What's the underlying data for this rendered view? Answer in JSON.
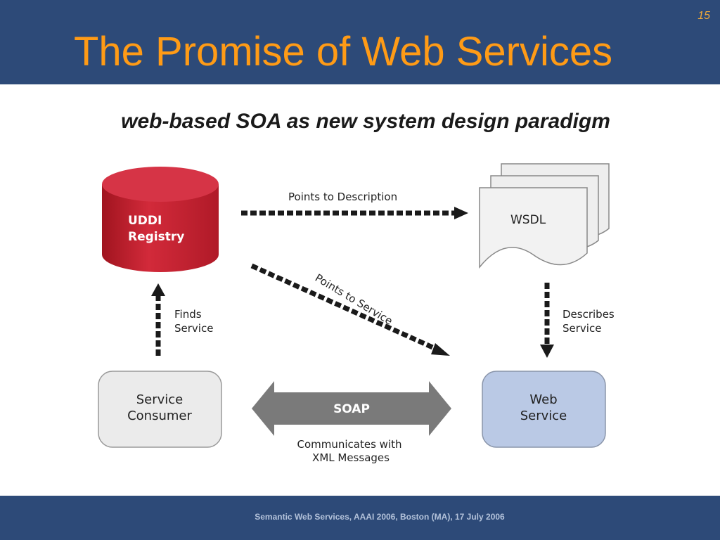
{
  "slide": {
    "title": "The Promise of Web Services",
    "page_number": "15",
    "subtitle": "web-based SOA as new system design paradigm",
    "footer": "Semantic Web Services, AAAI 2006, Boston (MA), 17 July 2006"
  },
  "diagram": {
    "uddi": {
      "line1": "UDDI",
      "line2": "Registry",
      "color": "#cc2a3c"
    },
    "wsdl": {
      "label": "WSDL"
    },
    "consumer": {
      "line1": "Service",
      "line2": "Consumer",
      "fill": "#ebebeb"
    },
    "web_service": {
      "line1": "Web",
      "line2": "Service",
      "fill": "#bac9e5"
    },
    "edges": {
      "points_to_description": "Points to Description",
      "points_to_service": "Points to Service",
      "finds_service": {
        "line1": "Finds",
        "line2": "Service"
      },
      "describes_service": {
        "line1": "Describes",
        "line2": "Service"
      },
      "soap": "SOAP",
      "communicates": {
        "line1": "Communicates with",
        "line2": "XML Messages"
      }
    }
  },
  "colors": {
    "header_bg": "#2d4a78",
    "title": "#ff9b16",
    "arrow": "#1a1a1a",
    "soap_arrow": "#7a7a7a"
  }
}
